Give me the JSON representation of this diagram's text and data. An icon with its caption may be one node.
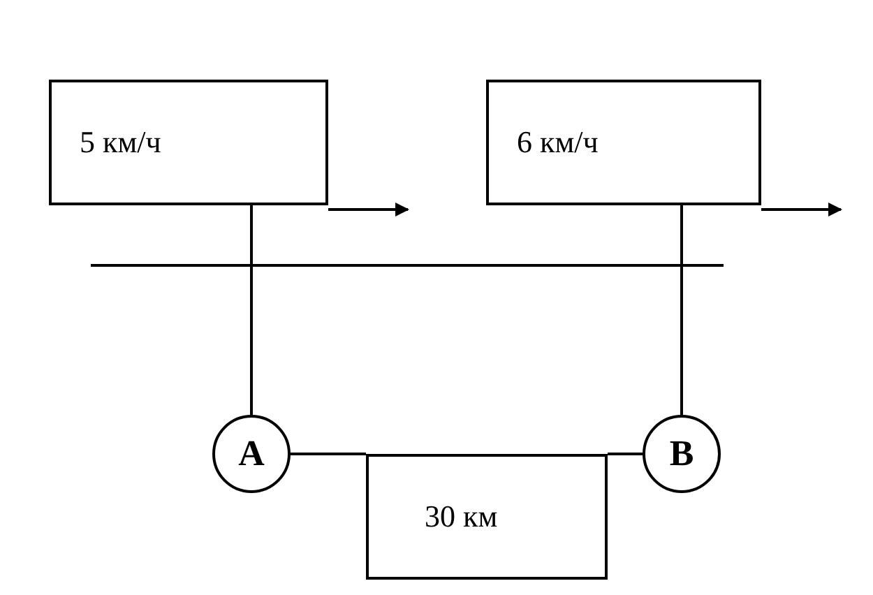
{
  "diagram": {
    "nodes": [
      {
        "text": [
          "5 км/ч"
        ]
      },
      {
        "text": [
          "6 км/ч"
        ]
      },
      {
        "text": [
          "A"
        ]
      },
      {
        "text": [
          "B"
        ]
      },
      {
        "text": [
          "30 км"
        ]
      }
    ],
    "edges": [
      {
        "from": 0,
        "to": null,
        "arrow": "to"
      },
      {
        "from": 1,
        "to": null,
        "arrow": "to"
      },
      {
        "from": 0,
        "to": 2,
        "arrow": "none"
      },
      {
        "from": 1,
        "to": 3,
        "arrow": "none"
      },
      {
        "from": 2,
        "to": 4,
        "arrow": "none"
      },
      {
        "from": 4,
        "to": 3,
        "arrow": "none"
      }
    ]
  }
}
